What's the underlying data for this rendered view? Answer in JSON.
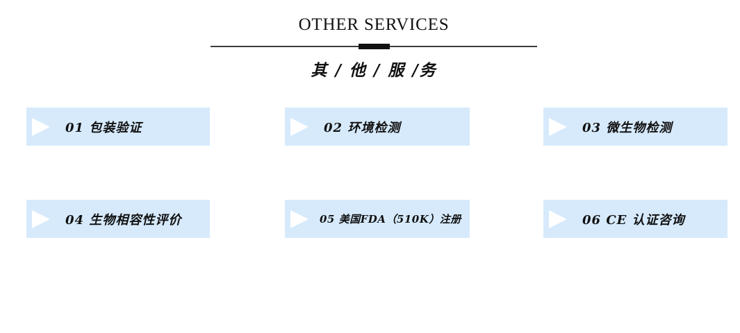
{
  "header": {
    "title": "OTHER SERVICES",
    "subtitle": "其 / 他 / 服 /务",
    "divider_icon": "horizontal-rule-with-center-bar",
    "colors": {
      "text": "#111111",
      "rule": "#3a3a3a"
    }
  },
  "cards": {
    "arrow_icon": "play-triangle-icon",
    "colors": {
      "card_background": "#d6eafc",
      "arrow": "#ffffff",
      "label": "#111111"
    },
    "items": [
      {
        "number": "01",
        "label": "01 包装验证"
      },
      {
        "number": "02",
        "label": "02 环境检测"
      },
      {
        "number": "03",
        "label": "03 微生物检测"
      },
      {
        "number": "04",
        "label": "04 生物相容性评价"
      },
      {
        "number": "05",
        "label": "05 美国FDA（510K）注册"
      },
      {
        "number": "06",
        "label": "06 CE 认证咨询"
      }
    ]
  }
}
